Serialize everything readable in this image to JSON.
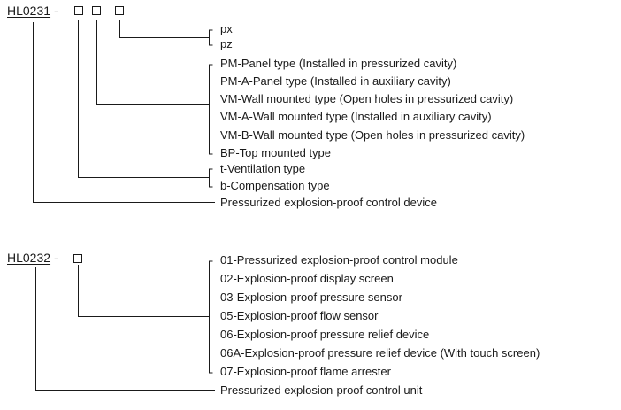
{
  "model_1": {
    "code": "HL0231",
    "separator": "-",
    "box_count": 3,
    "groups": {
      "suffix": [
        "px",
        "pz"
      ],
      "mount_type": [
        "PM-Panel type (Installed in pressurized cavity)",
        "PM-A-Panel type (Installed in auxiliary cavity)",
        "VM-Wall mounted type (Open holes in pressurized cavity)",
        "VM-A-Wall mounted type (Installed in auxiliary cavity)",
        "VM-B-Wall mounted type (Open holes in pressurized cavity)",
        "BP-Top mounted type"
      ],
      "pressure_mode": [
        "t-Ventilation type",
        "b-Compensation type"
      ],
      "base": "Pressurized explosion-proof control device"
    }
  },
  "model_2": {
    "code": "HL0232",
    "separator": "-",
    "box_count": 1,
    "groups": {
      "component": [
        "01-Pressurized explosion-proof control module",
        "02-Explosion-proof display screen",
        "03-Explosion-proof pressure sensor",
        "05-Explosion-proof flow sensor",
        "06-Explosion-proof pressure relief device",
        "06A-Explosion-proof pressure relief device (With touch screen)",
        "07-Explosion-proof flame arrester"
      ],
      "base": "Pressurized explosion-proof control unit"
    }
  }
}
